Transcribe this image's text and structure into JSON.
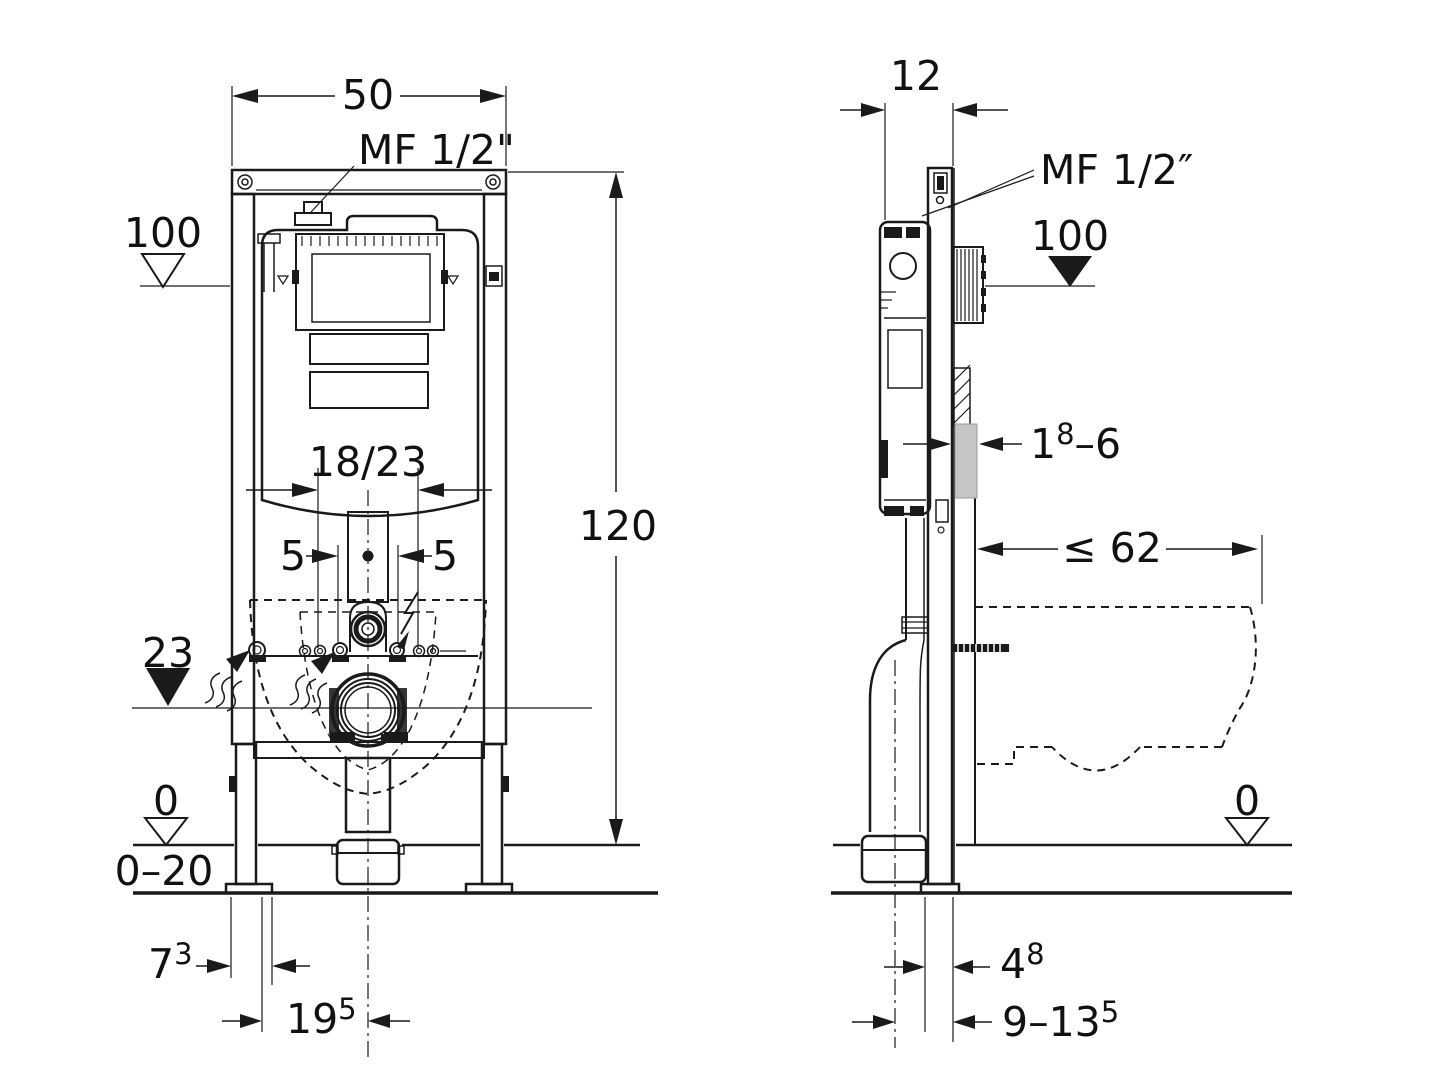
{
  "colors": {
    "line": "#1a1a1a",
    "text": "#111111",
    "shade": "#c5c5c5",
    "background": "#ffffff"
  },
  "front_view": {
    "dims": {
      "width": "50",
      "supply_label": "MF 1/2\"",
      "level_supply": "100",
      "height": "120",
      "anchor_spacing": "18/23",
      "offset_left": "5",
      "offset_right": "5",
      "level_outlet": "23",
      "level_floor": "0",
      "foot_adjust": "0–20",
      "dim_7_3": {
        "base": "7",
        "sup": "3"
      },
      "dim_19_5": {
        "base": "19",
        "sup": "5"
      }
    }
  },
  "side_view": {
    "dims": {
      "depth": "12",
      "supply_label": "MF 1/2″",
      "level_supply": "100",
      "wall_range": {
        "base": "1",
        "sup": "8",
        "tail": "–6"
      },
      "max_span": "≤ 62",
      "level_floor": "0",
      "dim_4_8": {
        "base": "4",
        "sup": "8"
      },
      "dim_9_13_5": {
        "base": "9–13",
        "sup": "5"
      }
    }
  }
}
